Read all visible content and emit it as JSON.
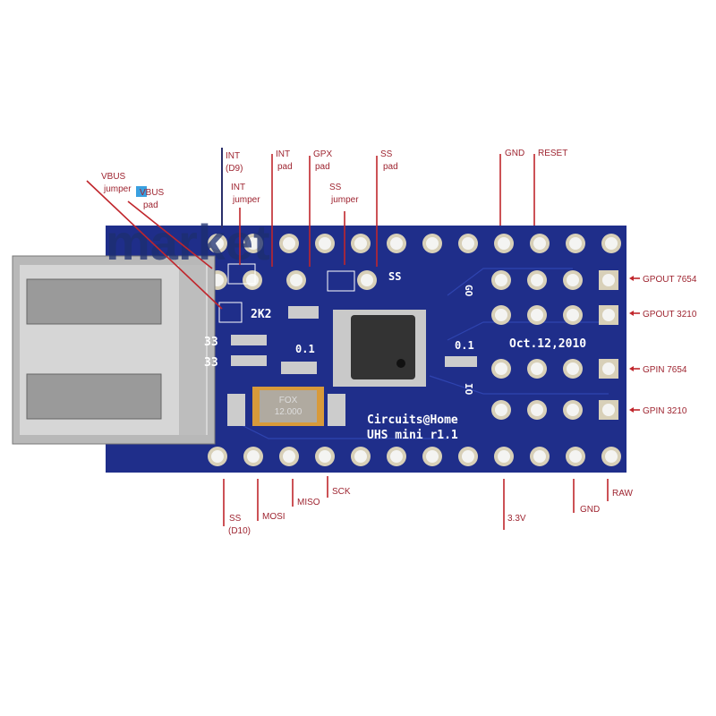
{
  "watermark": "market",
  "board": {
    "silkscreen": {
      "r1": "2K2",
      "r2": "33",
      "r3": "33",
      "c1": "0.1",
      "c2": "0.1",
      "ss": "SS",
      "go": "GO",
      "io": "IO",
      "date": "Oct.12,2010",
      "brand": "Circuits@Home",
      "model": "UHS mini r1.1"
    },
    "crystal": [
      "FOX",
      "12.000"
    ]
  },
  "annotations": {
    "top": {
      "int_d9": [
        "INT",
        "(D9)"
      ],
      "int_jumper": [
        "INT",
        "jumper"
      ],
      "int_pad": [
        "INT",
        "pad"
      ],
      "gpx_pad": [
        "GPX",
        "pad"
      ],
      "ss_jumper": [
        "SS",
        "jumper"
      ],
      "ss_pad": [
        "SS",
        "pad"
      ],
      "gnd": "GND",
      "reset": "RESET",
      "vbus_jumper": [
        "VBUS",
        "jumper"
      ],
      "vbus_pad": [
        "VBUS",
        "pad"
      ]
    },
    "right": [
      "GPOUT 7654",
      "GPOUT 3210",
      "GPIN 7654",
      "GPIN 3210"
    ],
    "bottom": {
      "ss_d10": [
        "SS",
        "(D10)"
      ],
      "mosi": "MOSI",
      "miso": "MISO",
      "sck": "SCK",
      "v33": "3.3V",
      "gnd": "GND",
      "raw": "RAW"
    }
  },
  "colors": {
    "label": "#9e2430",
    "line": "#c0262c",
    "pcb": "#1f2e8a",
    "marker": "#3aa0e0"
  }
}
